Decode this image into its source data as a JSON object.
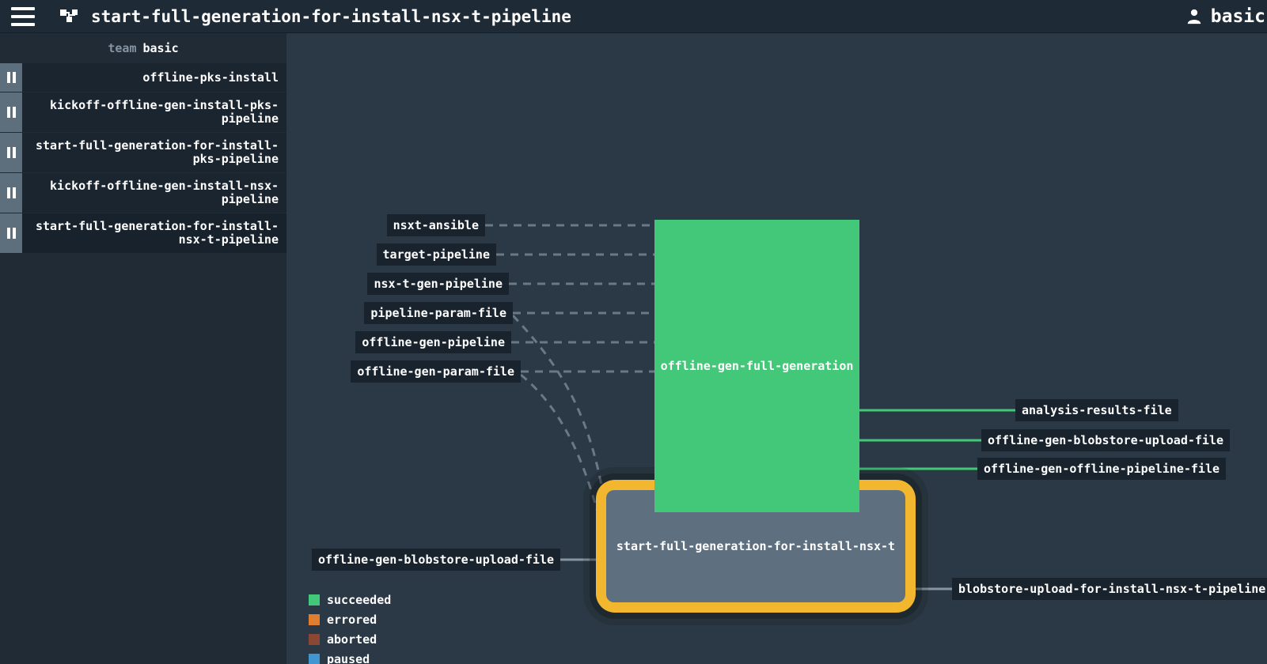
{
  "topbar": {
    "title": "start-full-generation-for-install-nsx-t-pipeline",
    "user": "basic"
  },
  "sidebar": {
    "team_label": "team",
    "team_name": "basic",
    "pipelines": [
      {
        "name": "offline-pks-install",
        "display": "offline-pks-install",
        "paused": true
      },
      {
        "name": "kickoff-offline-gen-install-pks-pipeline",
        "display": "kickoff-offline-gen-install-pks-\npipeline",
        "paused": true
      },
      {
        "name": "start-full-generation-for-install-pks-pipeline",
        "display": "start-full-generation-for-install-\npks-pipeline",
        "paused": true
      },
      {
        "name": "kickoff-offline-gen-install-nsx-pipeline",
        "display": "kickoff-offline-gen-install-nsx-\npipeline",
        "paused": true
      },
      {
        "name": "start-full-generation-for-install-nsx-t-pipeline",
        "display": "start-full-generation-for-install-\nnsx-t-pipeline",
        "paused": true
      }
    ]
  },
  "graph": {
    "jobs": [
      {
        "name": "offline-gen-full-generation",
        "status": "succeeded"
      },
      {
        "name": "start-full-generation-for-install-nsx-t",
        "status": "pending",
        "highlighted": true
      }
    ],
    "inputs_top_job": [
      "nsxt-ansible",
      "target-pipeline",
      "nsx-t-gen-pipeline",
      "pipeline-param-file",
      "offline-gen-pipeline",
      "offline-gen-param-file"
    ],
    "outputs_top_job": [
      "analysis-results-file",
      "offline-gen-blobstore-upload-file",
      "offline-gen-offline-pipeline-file"
    ],
    "input_bottom_job": "offline-gen-blobstore-upload-file",
    "output_bottom_job": "blobstore-upload-for-install-nsx-t-pipeline"
  },
  "legend": {
    "items": [
      {
        "label": "succeeded",
        "color": "#42c878"
      },
      {
        "label": "errored",
        "color": "#df7e2e"
      },
      {
        "label": "aborted",
        "color": "#8a4733"
      },
      {
        "label": "paused",
        "color": "#3f96d1"
      }
    ]
  },
  "colors": {
    "succeeded_green": "#42c878",
    "highlight_yellow": "#f2b62f",
    "pending_grey": "#5e6f7f",
    "edge_dashed_grey": "#6a7988",
    "edge_solid_grey": "#8795a2",
    "topbar_bg": "#1e2a35",
    "sidebar_bg": "#202b36",
    "canvas_bg": "#2b3845",
    "label_bg": "#19232d"
  }
}
